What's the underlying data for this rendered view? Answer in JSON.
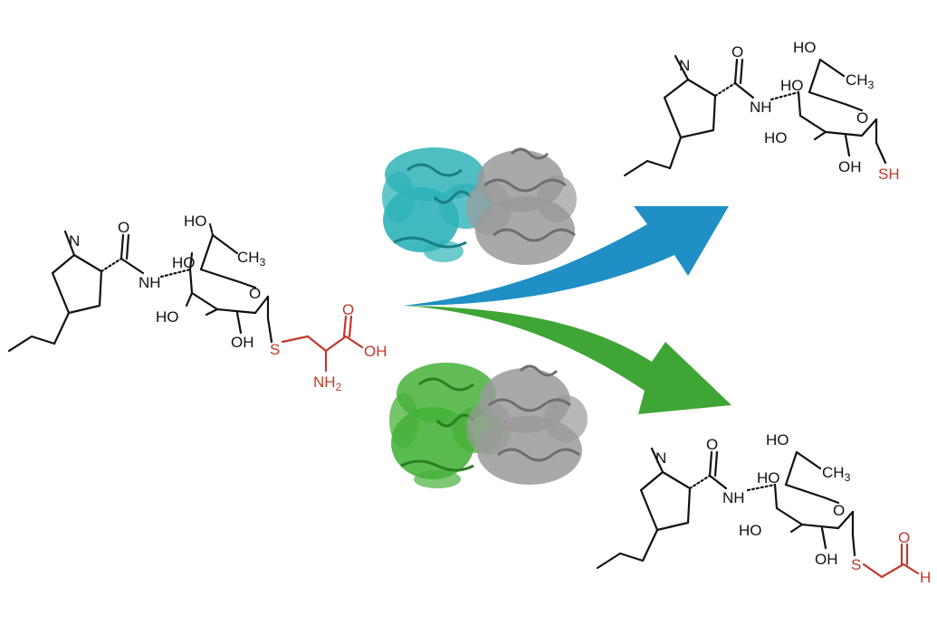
{
  "colors": {
    "bond": "#111111",
    "highlight": "#c0392b",
    "arrow_top": "#1f8fc6",
    "arrow_bottom": "#3fa535",
    "protein_top": "#2fb3b8",
    "protein_bottom": "#47b23a",
    "protein_partner": "#9a9a9a"
  },
  "substrate": {
    "n_methyl": "N",
    "amide_o": "O",
    "amide_nh": "NH",
    "ho_top": "HO",
    "ch3": "CH",
    "ch3_sub": "3",
    "ho_ring": "HO",
    "ring_o": "O",
    "ho_left": "HO",
    "oh_bottom": "OH",
    "s_atom": "S",
    "acid_o": "O",
    "acid_oh": "OH",
    "amine": "NH",
    "amine_sub": "2"
  },
  "product_top": {
    "n_methyl": "N",
    "amide_o": "O",
    "amide_nh": "NH",
    "ho_top": "HO",
    "ch3": "CH",
    "ch3_sub": "3",
    "ho_ring": "HO",
    "ring_o": "O",
    "ho_left": "HO",
    "oh_bottom": "OH",
    "thiol": "SH"
  },
  "product_bottom": {
    "n_methyl": "N",
    "amide_o": "O",
    "amide_nh": "NH",
    "ho_top": "HO",
    "ch3": "CH",
    "ch3_sub": "3",
    "ho_ring": "HO",
    "ring_o": "O",
    "ho_left": "HO",
    "oh_bottom": "OH",
    "s_atom": "S",
    "aldehyde_o": "O",
    "aldehyde_h": "H"
  }
}
